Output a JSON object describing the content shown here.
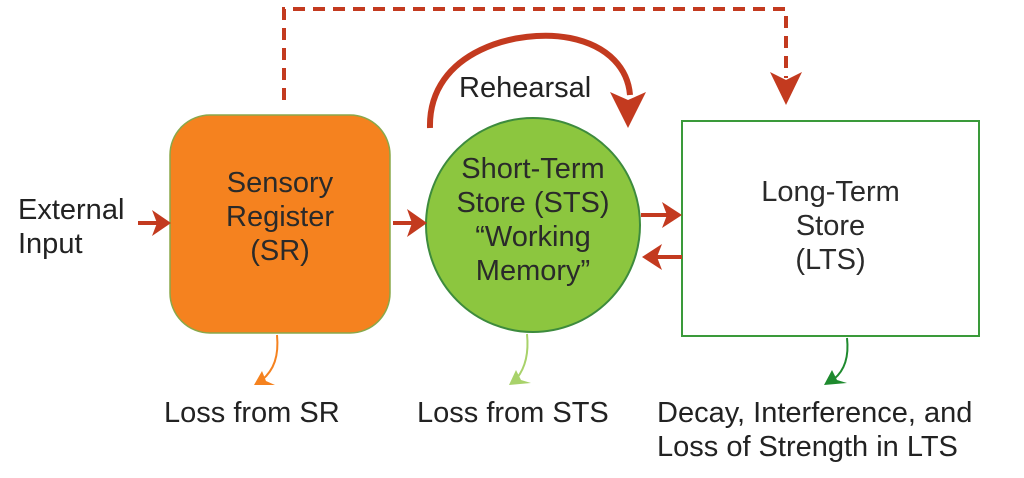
{
  "colors": {
    "arrow": "#c33a1f",
    "sensory_fill": "#f5821f",
    "sensory_stroke": "#8aa84a",
    "sts_fill": "#8cc63f",
    "sts_stroke": "#3d8b3d",
    "lts_stroke": "#3a9a3a",
    "loss_sr_arrow": "#f5821f",
    "loss_sts_arrow": "#a8d26a",
    "loss_lts_arrow": "#1e8a2e"
  },
  "input": {
    "line1": "External",
    "line2": "Input"
  },
  "sensory_register": {
    "line1": "Sensory",
    "line2": "Register",
    "line3": "(SR)"
  },
  "short_term_store": {
    "line1": "Short-Term",
    "line2": "Store (STS)",
    "line3": "“Working",
    "line4": "Memory”"
  },
  "long_term_store": {
    "line1": "Long-Term",
    "line2": "Store",
    "line3": "(LTS)"
  },
  "rehearsal_label": "Rehearsal",
  "losses": {
    "sr": "Loss from SR",
    "sts": "Loss from STS",
    "lts_line1": "Decay, Interference, and",
    "lts_line2": "Loss of Strength in LTS"
  }
}
